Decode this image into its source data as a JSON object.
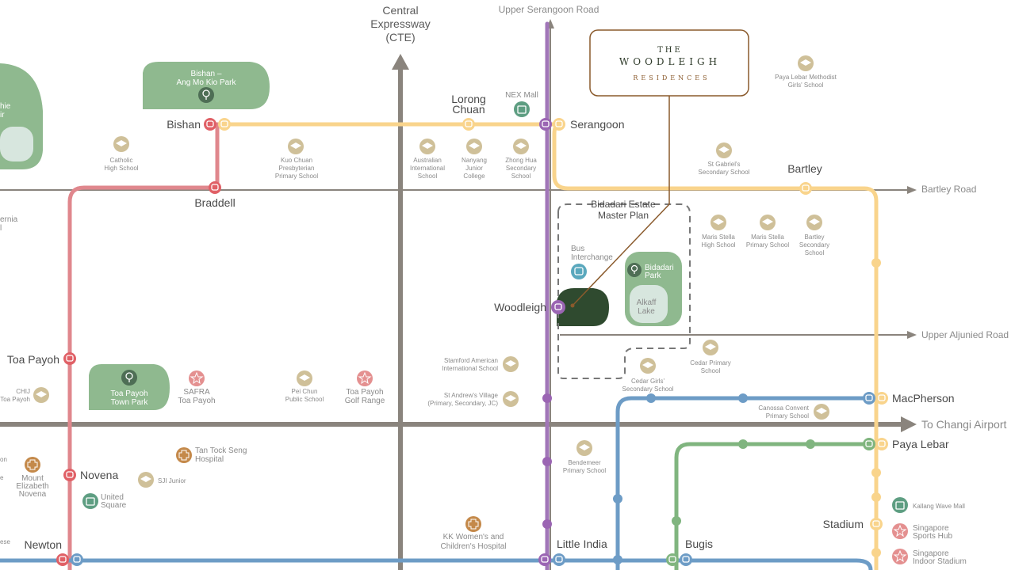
{
  "colors": {
    "circle_line": "#f9d48c",
    "red_line": "#e0878d",
    "purple_line": "#a176b8",
    "blue_line": "#6d9cc6",
    "green_line": "#80b57f",
    "road": "#8a847d",
    "park": "#8fb98f",
    "woodleigh_site": "#2f4a2f",
    "logo_border": "#8a5a2c",
    "school_icon": "#cfc099",
    "star_icon": "#e49090",
    "hospital_icon": "#c4894a",
    "mall_icon": "#5e9e82"
  },
  "logo": {
    "line1": "THE",
    "line2": "WOODLEIGH",
    "line3": "RESIDENCES"
  },
  "highways": {
    "cte": [
      "Central",
      "Expressway",
      "(CTE)"
    ],
    "upper_serangoon": "Upper Serangoon Road",
    "bartley_road": "Bartley Road",
    "upper_aljunied": "Upper Aljunied Road",
    "to_changi": "To Changi Airport"
  },
  "stations": {
    "bishan": "Bishan",
    "braddell": "Braddell",
    "lorong_chuan": [
      "Lorong",
      "Chuan"
    ],
    "serangoon": "Serangoon",
    "bartley": "Bartley",
    "woodleigh": "Woodleigh",
    "toa_payoh": "Toa Payoh",
    "novena": "Novena",
    "newton": "Newton",
    "little_india": "Little India",
    "bugis": "Bugis",
    "macpherson": "MacPherson",
    "paya_lebar": "Paya Lebar",
    "stadium": "Stadium"
  },
  "parks": {
    "bishan_amk": [
      "Bishan –",
      "Ang Mo Kio Park"
    ],
    "toa_payoh_town": [
      "Toa Payoh",
      "Town Park"
    ],
    "bidadari": [
      "Bidadari",
      "Park"
    ],
    "alkaff": [
      "Alkaff",
      "Lake"
    ],
    "left_edge_a": "hie",
    "left_edge_b": "ir"
  },
  "estate": [
    "Bidadari Estate",
    "Master Plan"
  ],
  "bus_interchange": [
    "Bus",
    "Interchange"
  ],
  "places": {
    "catholic": [
      "Catholic",
      "High School"
    ],
    "kuo_chuan": [
      "Kuo Chuan",
      "Presbyterian",
      "Primary School"
    ],
    "australian": [
      "Australian",
      "International",
      "School"
    ],
    "nanyang": [
      "Nanyang",
      "Junior",
      "College"
    ],
    "zhong_hua": [
      "Zhong Hua",
      "Secondary",
      "School"
    ],
    "nex": "NEX Mall",
    "plmgs": [
      "Paya Lebar Methodist",
      "Girls' School"
    ],
    "st_gabriels": [
      "St Gabriel's",
      "Secondary School"
    ],
    "maris_high": [
      "Maris Stella",
      "High School"
    ],
    "maris_primary": [
      "Maris Stella",
      "Primary School"
    ],
    "bartley_sec": [
      "Bartley",
      "Secondary",
      "School"
    ],
    "cedar_primary": [
      "Cedar Primary",
      "School"
    ],
    "cedar_girls": [
      "Cedar Girls'",
      "Secondary School"
    ],
    "stamford": [
      "Stamford American",
      "International School"
    ],
    "st_andrews": [
      "St Andrew's Village",
      "(Primary, Secondary, JC)"
    ],
    "pei_chun": [
      "Pei Chun",
      "Public School"
    ],
    "toa_payoh_golf": [
      "Toa Payoh",
      "Golf Range"
    ],
    "safra": [
      "SAFRA",
      "Toa Payoh"
    ],
    "chij": [
      "CHIJ",
      "Toa Payoh"
    ],
    "canossa": [
      "Canossa Convent",
      "Primary School"
    ],
    "tan_tock_seng": [
      "Tan Tock Seng",
      "Hospital"
    ],
    "mount_elizabeth": [
      "Mount",
      "Elizabeth",
      "Novena"
    ],
    "sji_junior": "SJI Junior",
    "united_square": [
      "United",
      "Square"
    ],
    "bendemeer": [
      "Bendemeer",
      "Primary School"
    ],
    "kkh": [
      "KK Women's and",
      "Children's Hospital"
    ],
    "kallang_wave": "Kallang Wave Mall",
    "sports_hub": [
      "Singapore",
      "Sports Hub"
    ],
    "indoor_stadium": [
      "Singapore",
      "Indoor Stadium"
    ],
    "left_edge_erenia": [
      "ernia",
      "l"
    ],
    "left_edge_on": [
      "on",
      "e"
    ],
    "left_edge_ese": "ese"
  }
}
